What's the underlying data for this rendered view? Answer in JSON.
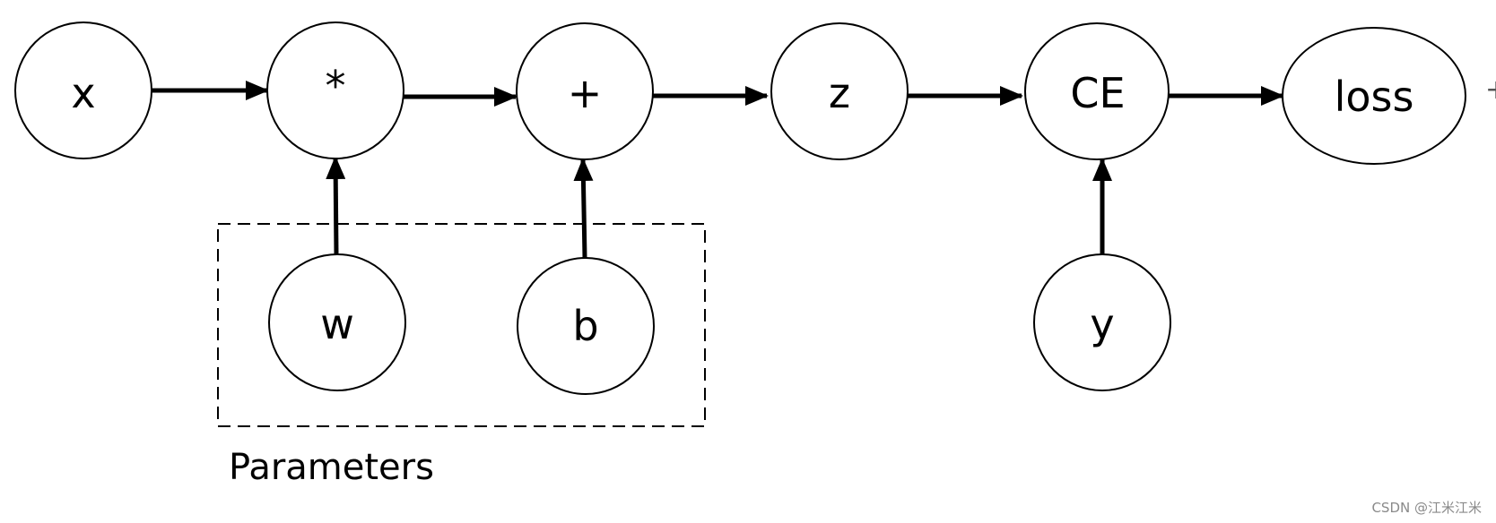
{
  "diagram": {
    "nodes": [
      {
        "id": "x",
        "label": "x"
      },
      {
        "id": "mul",
        "label": "*"
      },
      {
        "id": "add",
        "label": "+"
      },
      {
        "id": "z",
        "label": "z"
      },
      {
        "id": "ce",
        "label": "CE"
      },
      {
        "id": "loss",
        "label": "loss"
      },
      {
        "id": "w",
        "label": "w"
      },
      {
        "id": "b",
        "label": "b"
      },
      {
        "id": "y",
        "label": "y"
      }
    ],
    "edges": [
      {
        "from": "x",
        "to": "mul"
      },
      {
        "from": "mul",
        "to": "add"
      },
      {
        "from": "add",
        "to": "z"
      },
      {
        "from": "z",
        "to": "ce"
      },
      {
        "from": "ce",
        "to": "loss"
      },
      {
        "from": "w",
        "to": "mul"
      },
      {
        "from": "b",
        "to": "add"
      },
      {
        "from": "y",
        "to": "ce"
      }
    ],
    "group": {
      "label": "Parameters",
      "members": [
        "w",
        "b"
      ]
    },
    "edge_fragment": "+",
    "watermark": "CSDN @江米江米"
  }
}
